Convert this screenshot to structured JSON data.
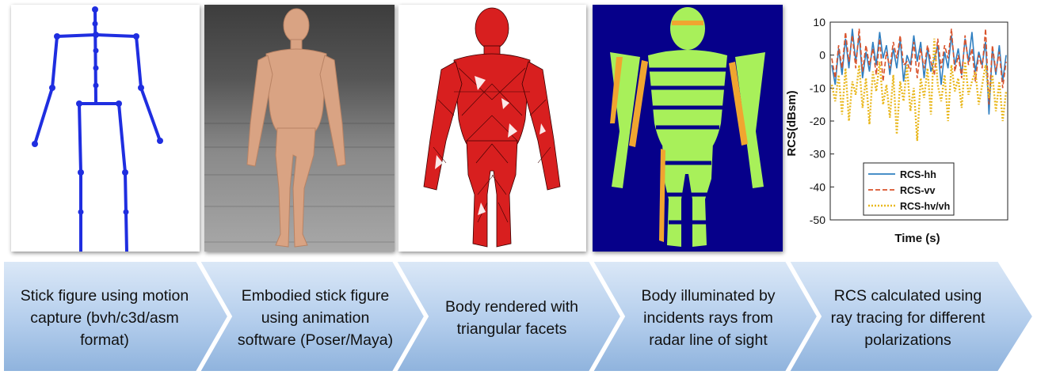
{
  "steps": [
    {
      "text": "Stick figure using motion capture (bvh/c3d/asm format)"
    },
    {
      "text": "Embodied stick figure using animation software (Poser/Maya)"
    },
    {
      "text": "Body rendered with triangular facets"
    },
    {
      "text": "Body illuminated by incidents rays from radar line of sight"
    },
    {
      "text": "RCS calculated using ray tracing for different polarizations"
    }
  ],
  "colors": {
    "arrow_light": "#dbe8f7",
    "arrow_dark": "#8fb3dd",
    "stick": "#1f2ee0",
    "skin": "#d9a383",
    "mesh": "#d81f1f",
    "radar_bg": "#06008a",
    "radar_green": "#a8f05a",
    "radar_orange": "#f0a530",
    "hh": "#2f7fc1",
    "vv": "#d9532b",
    "hv": "#e9b81f"
  },
  "chart_data": {
    "type": "line",
    "xlabel": "Time (s)",
    "ylabel": "RCS(dBsm)",
    "ylim": [
      -50,
      10
    ],
    "yticks": [
      10,
      0,
      -10,
      -20,
      -30,
      -40,
      -50
    ],
    "legend_position": "lower-center",
    "grid": false,
    "series": [
      {
        "name": "RCS-hh",
        "color": "#2f7fc1",
        "dash": "solid",
        "values": [
          -3,
          -9,
          2,
          -6,
          5,
          -4,
          8,
          -2,
          6,
          -7,
          1,
          -5,
          4,
          -3,
          7,
          -1,
          3,
          -6,
          2,
          -4,
          5,
          -8,
          0,
          -3,
          6,
          -2,
          4,
          -7,
          2,
          -5,
          -1,
          3,
          -9,
          1,
          -4,
          6,
          -3,
          2,
          -6,
          5,
          -2,
          7,
          -5,
          1,
          -3,
          4,
          -18,
          2,
          -6,
          3,
          -8,
          0
        ]
      },
      {
        "name": "RCS-vv",
        "color": "#d9532b",
        "dash": "dashed",
        "values": [
          -1,
          -7,
          3,
          -4,
          7,
          -2,
          6,
          -4,
          8,
          -5,
          3,
          -3,
          2,
          -6,
          5,
          -8,
          1,
          -4,
          4,
          -1,
          6,
          -3,
          -2,
          -5,
          4,
          -7,
          2,
          -4,
          3,
          -2,
          -6,
          5,
          -4,
          3,
          -1,
          8,
          -5,
          0,
          -7,
          6,
          -3,
          2,
          -8,
          0,
          -4,
          8,
          -15,
          3,
          -5,
          1,
          -10,
          -2
        ]
      },
      {
        "name": "RCS-hv/vh",
        "color": "#e9b81f",
        "dash": "dotted",
        "values": [
          -9,
          -14,
          -6,
          -18,
          -4,
          -20,
          -8,
          -12,
          -3,
          -16,
          -7,
          -21,
          -5,
          -11,
          -2,
          -15,
          -9,
          -19,
          -6,
          -24,
          -8,
          -14,
          -3,
          -17,
          -10,
          -26,
          -7,
          -13,
          -4,
          -18,
          5,
          -9,
          -14,
          -6,
          -20,
          -3,
          -11,
          -7,
          -16,
          -2,
          -12,
          -8,
          -5,
          -15,
          -9,
          -3,
          -13,
          -6,
          -17,
          -8,
          -20,
          -11
        ]
      }
    ]
  }
}
